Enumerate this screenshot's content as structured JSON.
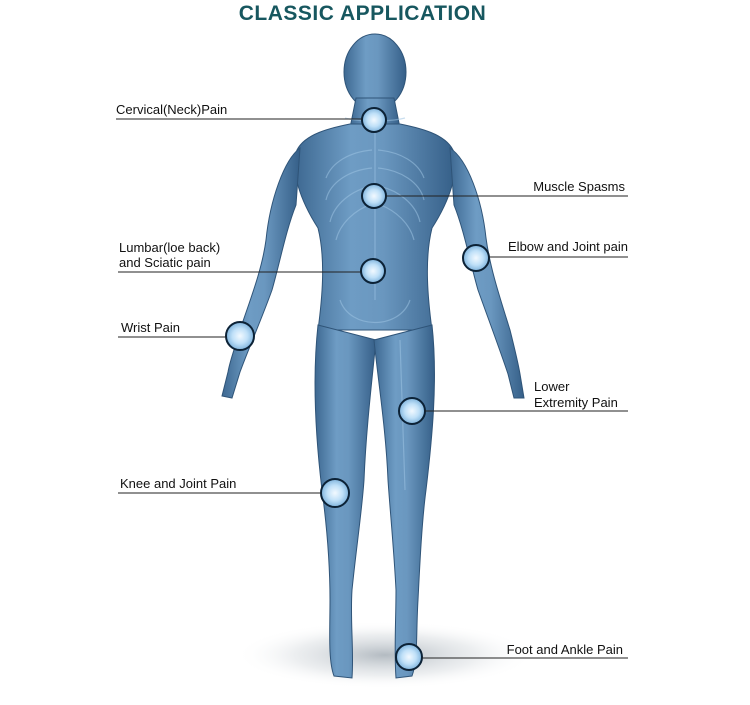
{
  "title": "CLASSIC  APPLICATION",
  "labels": {
    "cervical": "Cervical(Neck)Pain",
    "muscle": "Muscle Spasms",
    "lumbar_1": "Lumbar(loe back)",
    "lumbar_2": "and Sciatic pain",
    "elbow": "Elbow and Joint pain",
    "wrist": "Wrist Pain",
    "lower_1": "Lower",
    "lower_2": "Extremity Pain",
    "knee": "Knee and Joint Pain",
    "foot": "Foot and Ankle Pain"
  },
  "colors": {
    "title": "#17575f",
    "body": "#4f7ea8",
    "highlight": "#cfe6f7"
  }
}
